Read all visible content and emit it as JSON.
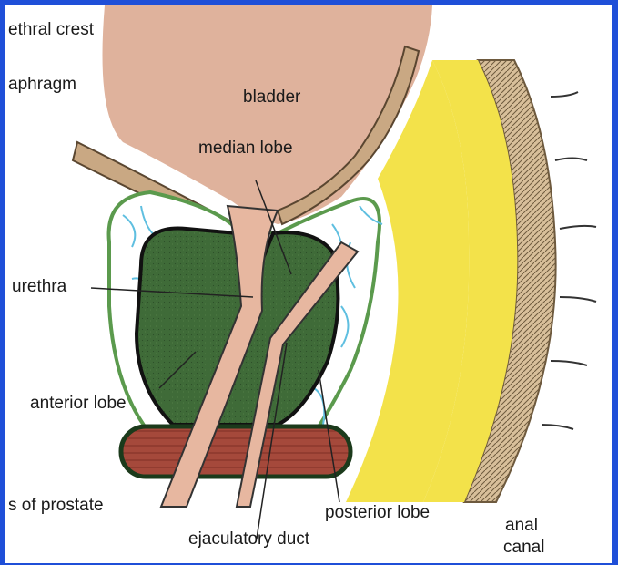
{
  "labels": {
    "urethral_crest": "ethral crest",
    "diaphragm": "aphragm",
    "bladder": "bladder",
    "median_lobe": "median lobe",
    "urethra": "urethra",
    "anterior_lobe": "anterior lobe",
    "capsule_of_prostate": "s of prostate",
    "ejaculatory_duct": "ejaculatory duct",
    "posterior_lobe": "posterior lobe",
    "anal": "anal",
    "canal": "canal"
  },
  "colors": {
    "frame_border": "#1f4fd8",
    "bladder": "#dfb29c",
    "prostate_lobes": "#3f6b38",
    "fascia_green": "#5b9a4d",
    "vessels": "#5fbfe0",
    "fat_yellow": "#f3e24a",
    "muscle_red": "#a5493b",
    "urethra": "#e7b7a0",
    "wall_tan": "#c9a883"
  }
}
